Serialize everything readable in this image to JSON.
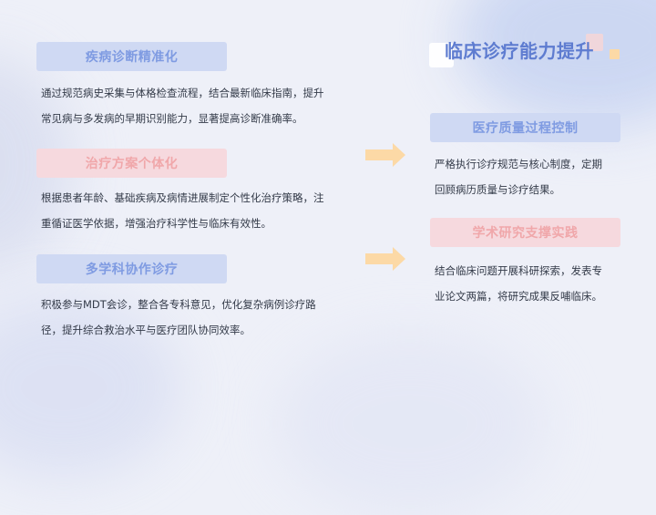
{
  "title": "临床诊疗能力提升",
  "left_column": [
    {
      "heading": "疾病诊断精准化",
      "heading_color": "#7f9be2",
      "box_color": "#cfd9f3",
      "lines": [
        "通过规范病史采集与体格检查流程，结合最新临床指南，提升",
        "常见病与多发病的早期识别能力，显著提高诊断准确率。"
      ]
    },
    {
      "heading": "治疗方案个体化",
      "heading_color": "#f0a7aa",
      "box_color": "#f6d9de",
      "lines": [
        "根据患者年龄、基础疾病及病情进展制定个性化治疗策略，注",
        "重循证医学依据，增强治疗科学性与临床有效性。"
      ]
    },
    {
      "heading": "多学科协作诊疗",
      "heading_color": "#7f9be2",
      "box_color": "#cfd9f3",
      "lines": [
        "积极参与MDT会诊，整合各专科意见，优化复杂病例诊疗路",
        "径，提升综合救治水平与医疗团队协同效率。"
      ]
    }
  ],
  "right_column": [
    {
      "heading": "医疗质量过程控制",
      "heading_color": "#7f9be2",
      "box_color": "#cfd9f3",
      "lines": [
        "严格执行诊疗规范与核心制度，定期",
        "回顾病历质量与诊疗结果。"
      ]
    },
    {
      "heading": "学术研究支撑实践",
      "heading_color": "#f0a7aa",
      "box_color": "#f6d9de",
      "lines": [
        "结合临床问题开展科研探索，发表专",
        "业论文两篇，将研究成果反哺临床。"
      ]
    }
  ],
  "icons": {
    "arrow_1": "arrow-right-icon",
    "arrow_2": "arrow-right-icon"
  },
  "colors": {
    "title": "#5e7cd0",
    "arrow": "#fcd9a6",
    "background": "#eef0f8"
  }
}
